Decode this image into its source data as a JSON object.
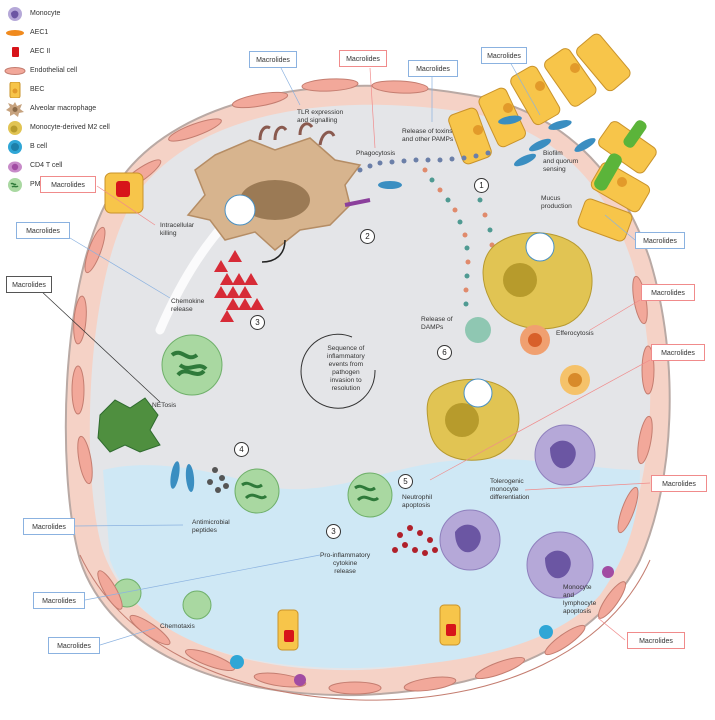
{
  "legend": [
    {
      "icon": "monocyte-icon",
      "label": "Monocyte",
      "color": "#9c8fc6"
    },
    {
      "icon": "aec1-icon",
      "label": "AEC1",
      "color": "#f08a1e"
    },
    {
      "icon": "aec2-icon",
      "label": "AEC II",
      "color": "#d7141a"
    },
    {
      "icon": "endothelial-cell-icon",
      "label": "Endothelial cell",
      "color": "#f2a89a"
    },
    {
      "icon": "bec-icon",
      "label": "BEC",
      "color": "#f7c54a"
    },
    {
      "icon": "alveolar-macrophage-icon",
      "label": "Alveolar macrophage",
      "color": "#c6a27e"
    },
    {
      "icon": "m2-cell-icon",
      "label": "Monocyte-derived M2 cell",
      "color": "#e1c453"
    },
    {
      "icon": "b-cell-icon",
      "label": "B cell",
      "color": "#2fa6d6"
    },
    {
      "icon": "cd4-t-cell-icon",
      "label": "CD4 T cell",
      "color": "#a14ca3"
    },
    {
      "icon": "pmn-icon",
      "label": "PMN",
      "color": "#5aa55a"
    }
  ],
  "macrolides_label": "Macrolides",
  "labels": {
    "tlr": "TLR expression\nand signalling",
    "phagocytosis": "Phagocytosis",
    "toxins": "Release of toxins\nand other PAMPs",
    "biofilm": "Biofilm\nand quorum\nsensing",
    "mucus": "Mucus\nproduction",
    "intracellular": "Intracellular\nkilling",
    "chemokine": "Chemokine\nrelease",
    "damps": "Release of\nDAMPs",
    "efferocytosis": "Efferocytosis",
    "sequence": "Sequence of\ninflammatory\nevents from\npathogen\ninvasion to\nresolution",
    "netosis": "NETosis",
    "tolerogenic": "Tolerogenic\nmonocyte\ndifferentiation",
    "neutrophil_apoptosis": "Neutrophil\napoptosis",
    "antimicrobial": "Antimicrobial\npeptides",
    "proinflammatory": "Pro-inflammatory\ncytokine\nrelease",
    "chemotaxis": "Chemotaxis",
    "lymphocyte_apoptosis": "Monocyte\nand\nlymphocyte\napoptosis"
  },
  "step_numbers": {
    "n1": "1",
    "n2": "2",
    "n3a": "3",
    "n3b": "3",
    "n4": "4",
    "n5": "5",
    "n6": "6"
  },
  "colors": {
    "macrolides_red_border": "#f08b8b",
    "macrolides_blue_border": "#8bb2e0",
    "alveolar_space": "#e4e5e8",
    "fluid": "#cfe8f5",
    "capillary_cells": "#f2a89a"
  }
}
